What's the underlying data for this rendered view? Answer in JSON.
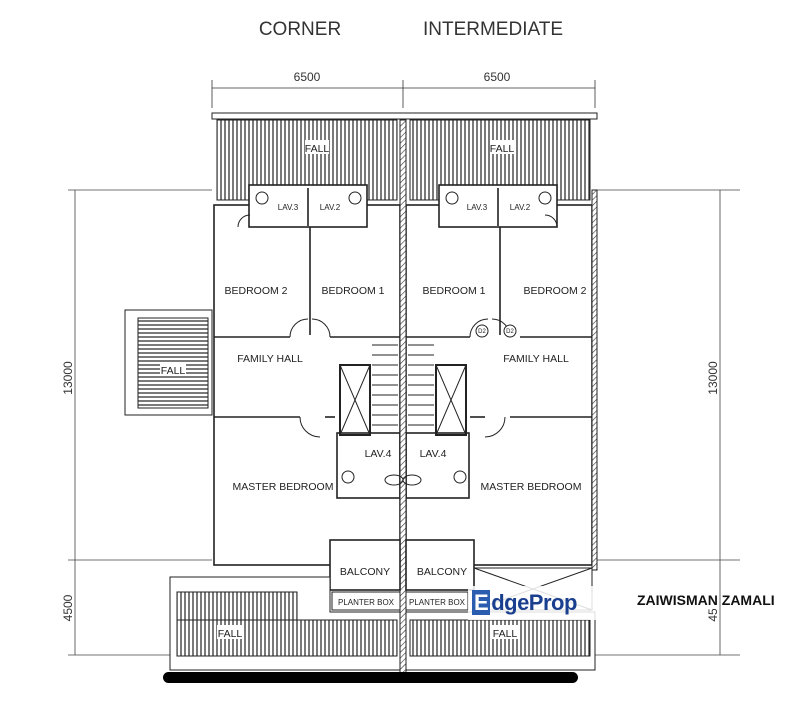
{
  "headings": {
    "corner": "CORNER",
    "intermediate": "INTERMEDIATE"
  },
  "dimensions": {
    "width_corner": "6500",
    "width_intermediate": "6500",
    "depth_left_main": "13000",
    "depth_left_front": "4500",
    "depth_right_main": "13000",
    "depth_right_front": "45"
  },
  "rooms": {
    "corner": {
      "fall_top": "FALL",
      "lav3": "LAV.3",
      "lav2": "LAV.2",
      "bedroom2": "BEDROOM 2",
      "bedroom1": "BEDROOM 1",
      "family_hall": "FAMILY HALL",
      "lav4": "LAV.4",
      "master": "MASTER BEDROOM",
      "balcony": "BALCONY",
      "planter": "PLANTER BOX",
      "fall_bottom": "FALL",
      "fall_side": "FALL"
    },
    "intermediate": {
      "fall_top": "FALL",
      "lav3": "LAV.3",
      "lav2": "LAV.2",
      "bedroom1": "BEDROOM 1",
      "bedroom2": "BEDROOM 2",
      "family_hall": "FAMILY HALL",
      "lav4": "LAV.4",
      "master": "MASTER BEDROOM",
      "balcony": "BALCONY",
      "planter": "PLANTER BOX",
      "fall_bottom": "FALL",
      "door_tag_1": "D2",
      "door_tag_2": "D2"
    }
  },
  "watermark": {
    "logo": "EdgeProp",
    "logo_e": "E",
    "logo_rest": "dgeProp",
    "brand_color": "#2a5db0"
  },
  "author": "ZAIWISMAN ZAMALI"
}
